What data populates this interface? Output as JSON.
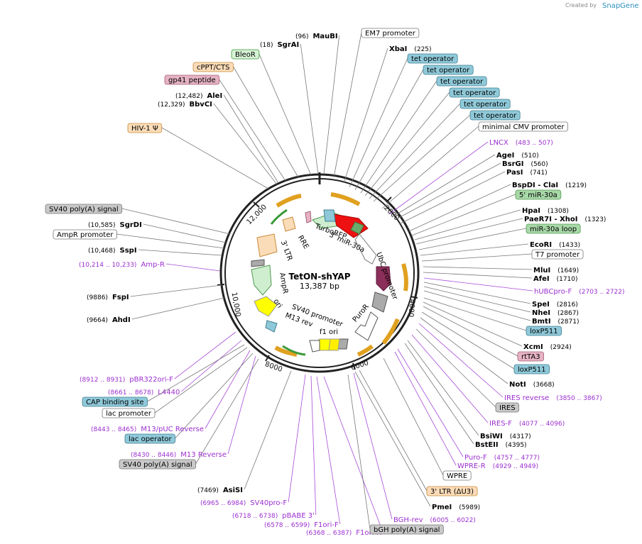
{
  "brand": {
    "created_by": "Created by",
    "name": "SnapGene"
  },
  "map": {
    "name": "TetON-shYAP",
    "size": "13,387 bp"
  },
  "ring_ticks": [
    "2000",
    "4000",
    "6000",
    "8000",
    "10,000",
    "12,000"
  ],
  "inner_labels": [
    "TurboRFP",
    "3' miR-30a",
    "UbC promoter",
    "PuroR",
    "f1 ori",
    "SV40 promoter",
    "M13 rev",
    "ori",
    "AmpR",
    "3' LTR",
    "RRE"
  ],
  "features": [
    {
      "text": "MauBI",
      "num": "(96)",
      "kind": "enzyme",
      "side": "L"
    },
    {
      "text": "SgrAI",
      "num": "(18)",
      "kind": "enzyme",
      "side": "L"
    },
    {
      "text": "BleoR",
      "kind": "box",
      "fill": "#d6f2d6",
      "stroke": "#3a9a3a"
    },
    {
      "text": "cPPT/CTS",
      "kind": "box",
      "fill": "#fbdcb8",
      "stroke": "#c98a3a"
    },
    {
      "text": "gp41 peptide",
      "kind": "box",
      "fill": "#e5b3c3",
      "stroke": "#a55c74"
    },
    {
      "text": "AleI",
      "num": "(12,482)",
      "kind": "enzyme",
      "side": "L"
    },
    {
      "text": "BbvCI",
      "num": "(12,329)",
      "kind": "enzyme",
      "side": "L"
    },
    {
      "text": "HIV-1 Ψ",
      "kind": "box",
      "fill": "#fbdcb8",
      "stroke": "#c98a3a"
    },
    {
      "text": "SV40 poly(A) signal",
      "kind": "box",
      "fill": "#c9c9c9",
      "stroke": "#777"
    },
    {
      "text": "SgrDI",
      "num": "(10,585)",
      "kind": "enzyme",
      "side": "L"
    },
    {
      "text": "AmpR promoter",
      "kind": "box",
      "fill": "#ffffff",
      "stroke": "#777"
    },
    {
      "text": "SspI",
      "num": "(10,468)",
      "kind": "enzyme",
      "side": "L"
    },
    {
      "text": "Amp-R",
      "num": "(10,214 .. 10,233)",
      "kind": "primer",
      "side": "L"
    },
    {
      "text": "FspI",
      "num": "(9886)",
      "kind": "enzyme",
      "side": "L"
    },
    {
      "text": "AhdI",
      "num": "(9664)",
      "kind": "enzyme",
      "side": "L"
    },
    {
      "text": "pBR322ori-F",
      "num": "(8912 .. 8931)",
      "kind": "primer",
      "side": "L"
    },
    {
      "text": "L4440",
      "num": "(8661 .. 8678)",
      "kind": "primer",
      "side": "L"
    },
    {
      "text": "CAP binding site",
      "kind": "box",
      "fill": "#8fc9d9",
      "stroke": "#3f7f91"
    },
    {
      "text": "lac promoter",
      "kind": "box",
      "fill": "#ffffff",
      "stroke": "#777"
    },
    {
      "text": "M13/pUC Reverse",
      "num": "(8443 .. 8465)",
      "kind": "primer",
      "side": "L"
    },
    {
      "text": "lac operator",
      "kind": "box",
      "fill": "#8fc9d9",
      "stroke": "#3f7f91"
    },
    {
      "text": "M13 Reverse",
      "num": "(8430 .. 8446)",
      "kind": "primer",
      "side": "L"
    },
    {
      "text": "SV40 poly(A) signal",
      "kind": "box",
      "fill": "#c9c9c9",
      "stroke": "#777"
    },
    {
      "text": "AsiSI",
      "num": "(7469)",
      "kind": "enzyme",
      "side": "L"
    },
    {
      "text": "SV40pro-F",
      "num": "(6965 .. 6984)",
      "kind": "primer",
      "side": "L"
    },
    {
      "text": "pBABE 3'",
      "num": "(6718 .. 6738)",
      "kind": "primer",
      "side": "L"
    },
    {
      "text": "F1ori-F",
      "num": "(6578 .. 6599)",
      "kind": "primer",
      "side": "L"
    },
    {
      "text": "F1ori-R",
      "num": "(6368 .. 6387)",
      "kind": "primer",
      "side": "L"
    },
    {
      "text": "bGH poly(A) signal",
      "kind": "box",
      "fill": "#c9c9c9",
      "stroke": "#777"
    },
    {
      "text": "BGH-rev",
      "num": "(6005 .. 6022)",
      "kind": "primer",
      "side": "R"
    },
    {
      "text": "PmeI",
      "num": "(5989)",
      "kind": "enzyme",
      "side": "R"
    },
    {
      "text": "3' LTR (ΔU3)",
      "kind": "box",
      "fill": "#fbdcb8",
      "stroke": "#c98a3a"
    },
    {
      "text": "WPRE",
      "kind": "box",
      "fill": "#ffffff",
      "stroke": "#777"
    },
    {
      "text": "WPRE-R",
      "num": "(4929 .. 4949)",
      "kind": "primer",
      "side": "R"
    },
    {
      "text": "Puro-F",
      "num": "(4757 .. 4777)",
      "kind": "primer",
      "side": "R"
    },
    {
      "text": "BstEII",
      "num": "(4395)",
      "kind": "enzyme",
      "side": "R"
    },
    {
      "text": "BsiWI",
      "num": "(4317)",
      "kind": "enzyme",
      "side": "R"
    },
    {
      "text": "IRES-F",
      "num": "(4077 .. 4096)",
      "kind": "primer",
      "side": "R"
    },
    {
      "text": "IRES",
      "kind": "box",
      "fill": "#c9c9c9",
      "stroke": "#777"
    },
    {
      "text": "IRES reverse",
      "num": "(3850 .. 3867)",
      "kind": "primer",
      "side": "R"
    },
    {
      "text": "NotI",
      "num": "(3668)",
      "kind": "enzyme",
      "side": "R"
    },
    {
      "text": "loxP511",
      "kind": "box",
      "fill": "#8fc9d9",
      "stroke": "#3f7f91"
    },
    {
      "text": "rtTA3",
      "kind": "box",
      "fill": "#e5b3c3",
      "stroke": "#a55c74"
    },
    {
      "text": "XcmI",
      "num": "(2924)",
      "kind": "enzyme",
      "side": "R"
    },
    {
      "text": "loxP511",
      "kind": "box",
      "fill": "#8fc9d9",
      "stroke": "#3f7f91"
    },
    {
      "text": "BmtI",
      "num": "(2871)",
      "kind": "enzyme",
      "side": "R"
    },
    {
      "text": "NheI",
      "num": "(2867)",
      "kind": "enzyme",
      "side": "R"
    },
    {
      "text": "SpeI",
      "num": "(2816)",
      "kind": "enzyme",
      "side": "R"
    },
    {
      "text": "hUBCpro-F",
      "num": "(2703 .. 2722)",
      "kind": "primer",
      "side": "R"
    },
    {
      "text": "AfeI",
      "num": "(1710)",
      "kind": "enzyme",
      "side": "R"
    },
    {
      "text": "MluI",
      "num": "(1649)",
      "kind": "enzyme",
      "side": "R"
    },
    {
      "text": "T7 promoter",
      "kind": "box",
      "fill": "#ffffff",
      "stroke": "#777"
    },
    {
      "text": "EcoRI",
      "num": "(1433)",
      "kind": "enzyme",
      "side": "R"
    },
    {
      "text": "miR-30a loop",
      "kind": "box",
      "fill": "#a8d8a8",
      "stroke": "#4f9a4f"
    },
    {
      "text": "PaeR7I - XhoI",
      "num": "(1323)",
      "kind": "enzyme",
      "side": "R"
    },
    {
      "text": "HpaI",
      "num": "(1308)",
      "kind": "enzyme",
      "side": "R"
    },
    {
      "text": "5' miR-30a",
      "kind": "box",
      "fill": "#a8d8a8",
      "stroke": "#4f9a4f"
    },
    {
      "text": "BspDI - ClaI",
      "num": "(1219)",
      "kind": "enzyme",
      "side": "R"
    },
    {
      "text": "PasI",
      "num": "(741)",
      "kind": "enzyme",
      "side": "R"
    },
    {
      "text": "BsrGI",
      "num": "(560)",
      "kind": "enzyme",
      "side": "R"
    },
    {
      "text": "AgeI",
      "num": "(510)",
      "kind": "enzyme",
      "side": "R"
    },
    {
      "text": "LNCX",
      "num": "(483 .. 507)",
      "kind": "primer",
      "side": "R"
    },
    {
      "text": "minimal CMV promoter",
      "kind": "box",
      "fill": "#ffffff",
      "stroke": "#777"
    },
    {
      "text": "tet operator",
      "kind": "box",
      "fill": "#8fc9d9",
      "stroke": "#3f7f91"
    },
    {
      "text": "tet operator",
      "kind": "box",
      "fill": "#8fc9d9",
      "stroke": "#3f7f91"
    },
    {
      "text": "tet operator",
      "kind": "box",
      "fill": "#8fc9d9",
      "stroke": "#3f7f91"
    },
    {
      "text": "tet operator",
      "kind": "box",
      "fill": "#8fc9d9",
      "stroke": "#3f7f91"
    },
    {
      "text": "tet operator",
      "kind": "box",
      "fill": "#8fc9d9",
      "stroke": "#3f7f91"
    },
    {
      "text": "tet operator",
      "kind": "box",
      "fill": "#8fc9d9",
      "stroke": "#3f7f91"
    },
    {
      "text": "XbaI",
      "num": "(225)",
      "kind": "enzyme",
      "side": "R"
    },
    {
      "text": "EM7 promoter",
      "kind": "box",
      "fill": "#ffffff",
      "stroke": "#777"
    }
  ]
}
